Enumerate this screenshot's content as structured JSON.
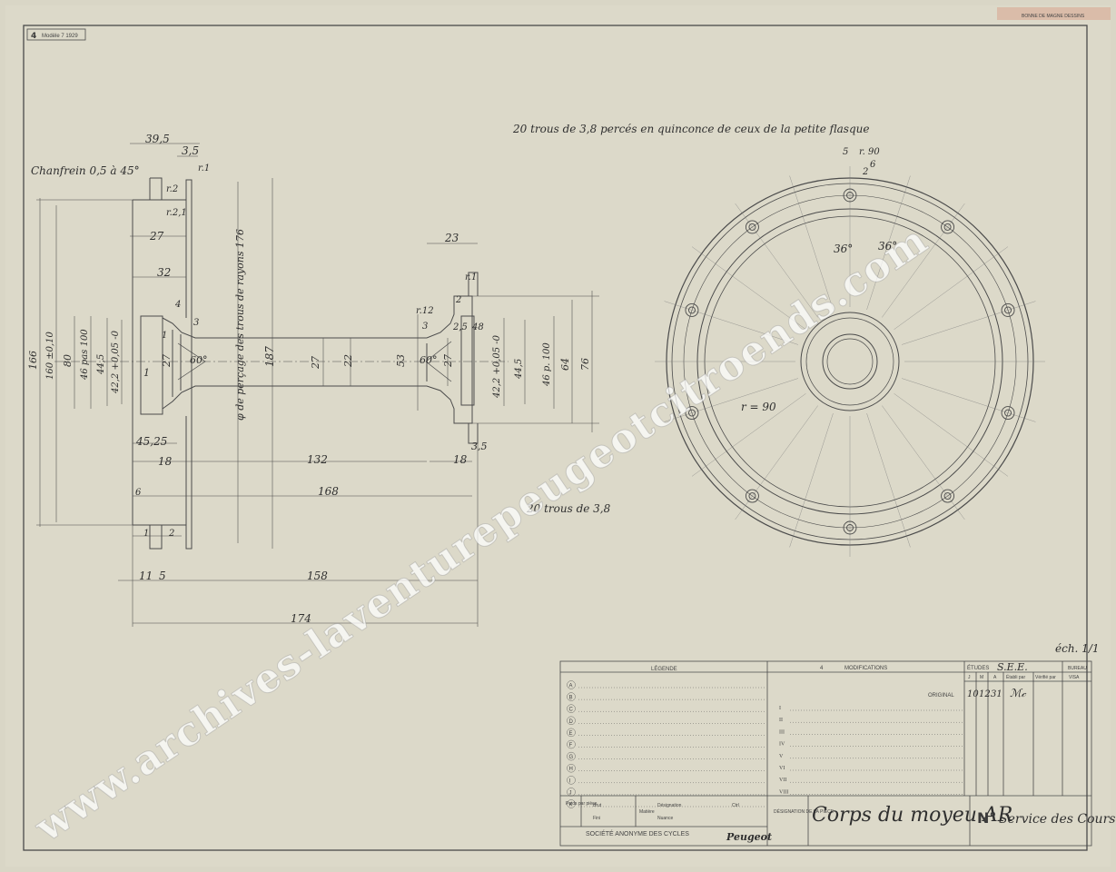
{
  "sheet": {
    "number": "4",
    "ref_code": "Modèle 7 1929",
    "top_right_tag": "BONNE DE MAGNE DESSINS"
  },
  "notes": {
    "holes_staggered": "20 trous de 3,8 percés en quinconce de ceux de la petite flasque",
    "holes": "20 trous de 3,8",
    "chamfer": "Chanfrein 0,5 à 45°",
    "scale": "éch. 1/1"
  },
  "section_dims": {
    "d_39_5": "39,5",
    "d_3_5_top": "3,5",
    "r_1_top": "r.1",
    "r_2": "r.2",
    "r_2_1": "r.2,1",
    "d_27_top": "27",
    "d_32": "32",
    "d_4": "4",
    "d_3": "3",
    "d_1": "1",
    "d_27_left": "27",
    "d_1_small": "1",
    "ang_60_left": "60°",
    "d_187": "187",
    "note_drilling": "φ de perçage des trous de rayons 176",
    "d_27_mid": "27",
    "d_22": "22",
    "d_53": "53",
    "ang_60_right": "60°",
    "d_27_right": "27",
    "d_23": "23",
    "r_1_right": "r.1",
    "r_12": "r.12",
    "d_2": "2",
    "d_3_right": "3",
    "d_2_5": "2,5",
    "d_48": "48",
    "d_42_right": "42,2 +0,05 -0",
    "d_44_5_right": "44,5",
    "d_46_right": "46 p. 100",
    "d_64": "64",
    "d_76": "76",
    "d_166": "166",
    "d_160": "160 ±0,10",
    "d_80": "80",
    "d_46_left": "46 pas 100",
    "d_44_5_left": "44,5",
    "d_42_left": "42,2 +0,05 -0",
    "d_45_25": "45,25",
    "d_18_left": "18",
    "d_132": "132",
    "d_18_right": "18",
    "d_3_5_bottom": "3,5",
    "d_6": "6",
    "d_168": "168",
    "d_1_bottom": "1",
    "d_2_bottom": "2",
    "d_11": "11",
    "d_5": "5",
    "d_158": "158",
    "d_174": "174"
  },
  "view_dims": {
    "d_5": "5",
    "r_90_top": "r. 90",
    "d_6": "6",
    "d_2": "2",
    "ang_36_left": "36°",
    "ang_36_right": "36°",
    "r_90": "r = 90"
  },
  "title_block": {
    "legend_header": "LÉGENDE",
    "legend_items": [
      "A",
      "B",
      "C",
      "D",
      "E",
      "F",
      "G",
      "H",
      "I",
      "J",
      "K"
    ],
    "mods_number": "4",
    "mods_header": "MODIFICATIONS",
    "original_label": "ORIGINAL",
    "roman": [
      "I",
      "II",
      "III",
      "IV",
      "V",
      "VI",
      "VII",
      "VIII"
    ],
    "etudes_label": "ÉTUDES",
    "etudes_value": "S.E.E.",
    "bureau_label": "BUREAU",
    "col_j": "J",
    "col_m": "M",
    "col_a": "A",
    "col_etabli": "Établi par",
    "col_verifie": "Vérifié par",
    "col_visa": "VISA",
    "date_j": "10",
    "date_m": "12",
    "date_a": "31",
    "signature": "ℳ𝒸",
    "poids_label": "Poids par pièce",
    "brut": "Brut",
    "fini": "Fini",
    "matiere": "Matière",
    "designation_mat": "Désignation",
    "nuance": "Nuance",
    "ctrl": "Ctrl",
    "company": "SOCIÉTÉ ANONYME DES CYCLES",
    "brand": "Peugeot",
    "designation_label": "DÉSIGNATION DE LA PIÈCE",
    "part_name": "Corps du moyeu AR",
    "no_label": "N°",
    "service": "Service des Courses"
  },
  "watermark": "www.archives-laventurepeugeotcitroends.com"
}
